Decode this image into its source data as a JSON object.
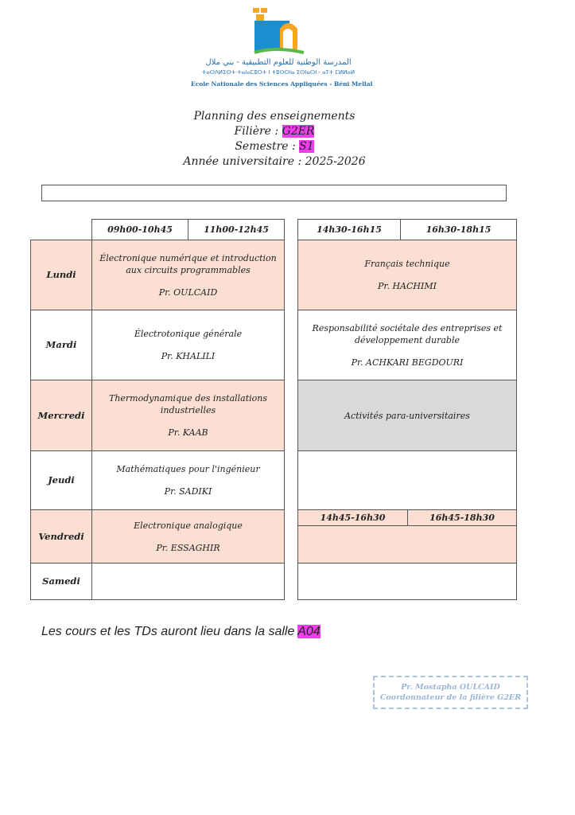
{
  "logo": {
    "arabic": "المدرسة الوطنية للعلوم التطبيقية - بني ملال",
    "tifinagh": "ⵜⴰⵙⴷⵍⵉⵙⵜ ⵜⴰⵏⴰⵎⵓⵔⵜ ⵏ ⵜⵓⵙⵙⵏⴰ ⵉⵙⵏⴰⵙⵏ - ⴰⵢⵜ ⵎⵍⵍⴰⵍ",
    "french": "Ecole Nationale des Sciences Appliquées - Béni Mellal"
  },
  "header": {
    "line1": "Planning des enseignements",
    "filiere_label": "Filière : ",
    "filiere": "G2ER",
    "semestre_label": "Semestre : ",
    "semestre": "S1",
    "annee": "Année universitaire : 2025-2026"
  },
  "slots": [
    "09h00-10h45",
    "11h00-12h45",
    "14h30-16h15",
    "16h30-18h15"
  ],
  "vendredi_slots": [
    "14h45-16h30",
    "16h45-18h30"
  ],
  "days": [
    "Lundi",
    "Mardi",
    "Mercredi",
    "Jeudi",
    "Vendredi",
    "Samedi"
  ],
  "courses": {
    "lundi_am": {
      "title": "Électronique numérique et introduction aux circuits programmables",
      "prof": "Pr. OULCAID"
    },
    "lundi_pm": {
      "title": "Français technique",
      "prof": "Pr. HACHIMI"
    },
    "mardi_am": {
      "title": "Électrotonique générale",
      "prof": "Pr. KHALILI"
    },
    "mardi_pm": {
      "title": "Responsabilité sociétale des entreprises et développement durable",
      "prof": "Pr. ACHKARI BEGDOURI"
    },
    "mercredi_am": {
      "title": "Thermodynamique des installations industrielles",
      "prof": "Pr. KAAB"
    },
    "mercredi_pm": {
      "title": "Activités para-universitaires"
    },
    "jeudi_am": {
      "title": "Mathématiques pour l'ingénieur",
      "prof": "Pr. SADIKI"
    },
    "vendredi_am": {
      "title": "Electronique analogique",
      "prof": "Pr. ESSAGHIR"
    }
  },
  "footer": {
    "text": "Les cours et les TDs auront lieu dans la salle ",
    "salle": "A04"
  },
  "stamp": {
    "name": "Pr. Mostapha OULCAID",
    "role": "Coordonnateur de la filière G2ER"
  }
}
